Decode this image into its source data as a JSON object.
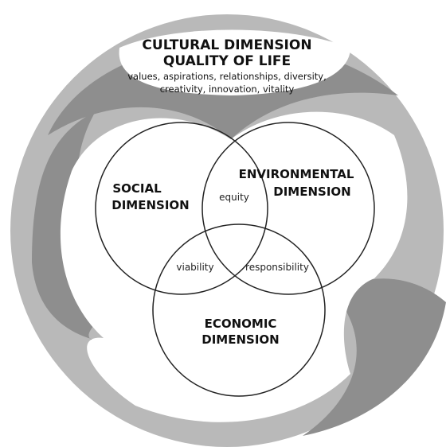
{
  "cultural": {
    "title_line1": "CULTURAL DIMENSION",
    "title_line2": "QUALITY OF LIFE",
    "desc_line1": "values, aspirations, relationships, diversity,",
    "desc_line2": "creativity, innovation, vitality"
  },
  "dimensions": {
    "social_line1": "SOCIAL",
    "social_line2": "DIMENSION",
    "environmental_line1": "ENVIRONMENTAL",
    "environmental_line2": "DIMENSION",
    "economic_line1": "ECONOMIC",
    "economic_line2": "DIMENSION"
  },
  "overlaps": {
    "social_environmental": "equity",
    "social_economic": "viability",
    "environmental_economic": "responsibility"
  },
  "colors": {
    "ring_light": "#b9b9b9",
    "ring_dark": "#8a8a8a",
    "ring_mid": "#a3a3a3",
    "circle_stroke": "#222222",
    "text": "#111111"
  }
}
